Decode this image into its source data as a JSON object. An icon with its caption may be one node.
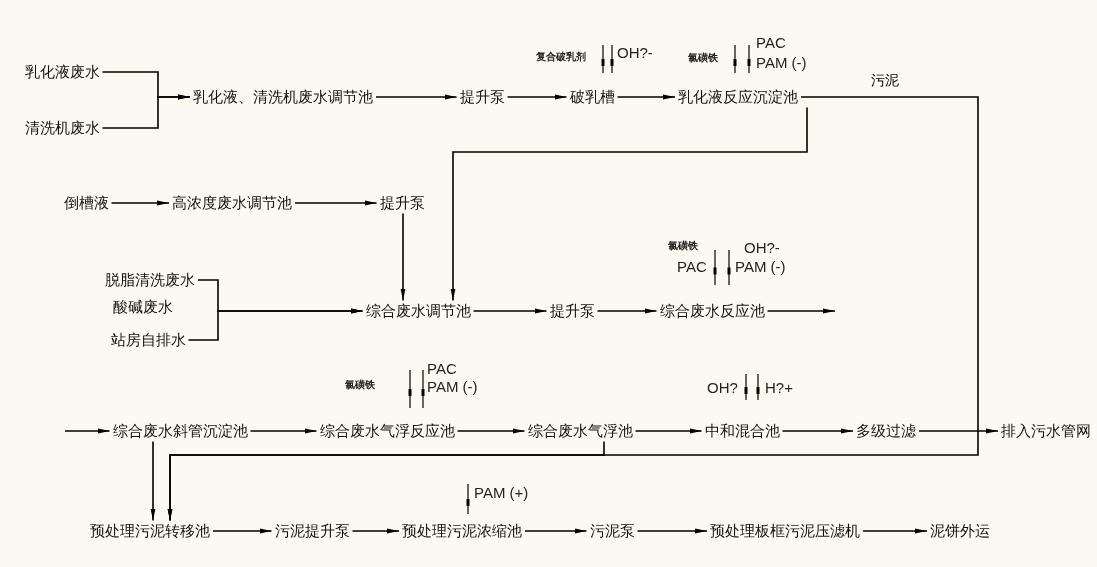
{
  "diagram": {
    "nodes": [
      {
        "text": [
          "乳化液废水"
        ]
      },
      {
        "text": [
          "清洗机废水"
        ]
      },
      {
        "text": [
          "乳化液、清洗机废水调节池"
        ]
      },
      {
        "text": [
          "提升泵"
        ]
      },
      {
        "text": [
          "破乳槽"
        ],
        "beside": [
          "复合破乳剂",
          "OH?-"
        ]
      },
      {
        "text": [
          "乳化液反应沉淀池"
        ],
        "beside": [
          "氯磺铁",
          "PAC",
          "PAM (-)"
        ]
      },
      {
        "text": [
          "倒槽液"
        ]
      },
      {
        "text": [
          "高浓度废水调节池"
        ]
      },
      {
        "text": [
          "提升泵"
        ]
      },
      {
        "text": [
          "脱脂清洗废水"
        ]
      },
      {
        "text": [
          "酸碱废水"
        ]
      },
      {
        "text": [
          "站房自排水"
        ]
      },
      {
        "text": [
          "综合废水调节池"
        ]
      },
      {
        "text": [
          "提升泵"
        ]
      },
      {
        "text": [
          "综合废水反应池"
        ],
        "beside": [
          "氯磺铁",
          "OH?-",
          "PAC",
          "PAM (-)"
        ]
      },
      {
        "text": [
          "综合废水斜管沉淀池"
        ]
      },
      {
        "text": [
          "综合废水气浮反应池"
        ],
        "beside": [
          "PAC",
          "氯磺铁",
          "PAM (-)"
        ]
      },
      {
        "text": [
          "综合废水气浮池"
        ]
      },
      {
        "text": [
          "中和混合池"
        ],
        "beside": [
          "OH?",
          "H?+"
        ]
      },
      {
        "text": [
          "多级过滤"
        ]
      },
      {
        "text": [
          "排入污水管网"
        ]
      },
      {
        "text": [
          "预处理污泥转移池"
        ]
      },
      {
        "text": [
          "污泥提升泵"
        ]
      },
      {
        "text": [
          "预处理污泥浓缩池"
        ],
        "beside": [
          "PAM (+)"
        ]
      },
      {
        "text": [
          "污泥泵"
        ]
      },
      {
        "text": [
          "预处理板框污泥压滤机"
        ]
      },
      {
        "text": [
          "泥饼外运"
        ]
      }
    ],
    "edges": [
      {
        "from": 0,
        "to": 2,
        "arrow": "to"
      },
      {
        "from": 1,
        "to": 2,
        "arrow": "to"
      },
      {
        "from": 2,
        "to": 3,
        "arrow": "to"
      },
      {
        "from": 3,
        "to": 4,
        "arrow": "to"
      },
      {
        "from": 4,
        "to": 5,
        "arrow": "to"
      },
      {
        "from": 5,
        "to": 21,
        "arrow": "to",
        "label": "污泥"
      },
      {
        "from": 5,
        "to": 12,
        "arrow": "to"
      },
      {
        "from": 6,
        "to": 7,
        "arrow": "to"
      },
      {
        "from": 7,
        "to": 8,
        "arrow": "to"
      },
      {
        "from": 8,
        "to": 12,
        "arrow": "to"
      },
      {
        "from": 9,
        "to": 12,
        "arrow": "to"
      },
      {
        "from": 11,
        "to": 12,
        "arrow": "to"
      },
      {
        "from": 12,
        "to": 13,
        "arrow": "to"
      },
      {
        "from": 13,
        "to": 14,
        "arrow": "to"
      },
      {
        "from": 14,
        "to": null,
        "arrow": "to"
      },
      {
        "from": null,
        "to": 15,
        "arrow": "to"
      },
      {
        "from": 15,
        "to": 16,
        "arrow": "to"
      },
      {
        "from": 16,
        "to": 17,
        "arrow": "to"
      },
      {
        "from": 17,
        "to": 18,
        "arrow": "to"
      },
      {
        "from": 18,
        "to": 19,
        "arrow": "to"
      },
      {
        "from": 19,
        "to": 20,
        "arrow": "to"
      },
      {
        "from": 15,
        "to": 21,
        "arrow": "to"
      },
      {
        "from": 17,
        "to": 21,
        "arrow": "to"
      },
      {
        "from": 21,
        "to": 22,
        "arrow": "to"
      },
      {
        "from": 22,
        "to": 23,
        "arrow": "to"
      },
      {
        "from": 23,
        "to": 24,
        "arrow": "to"
      },
      {
        "from": 24,
        "to": 25,
        "arrow": "to"
      },
      {
        "from": 25,
        "to": 26,
        "arrow": "to"
      }
    ]
  }
}
